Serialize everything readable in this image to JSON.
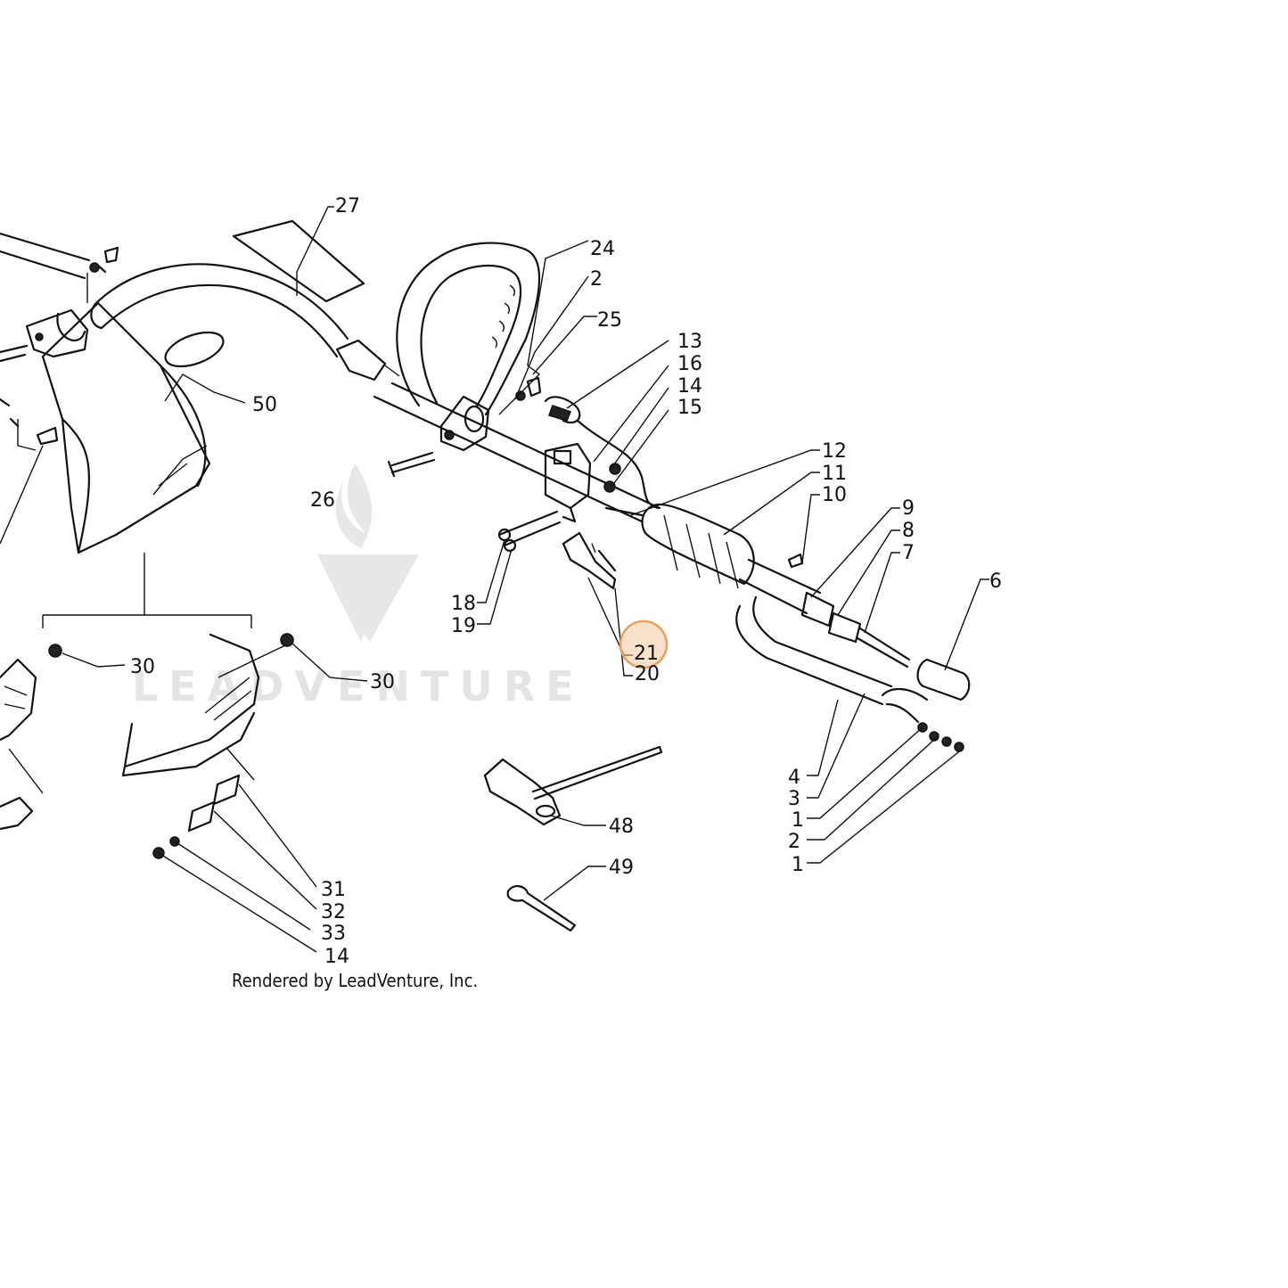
{
  "diagram": {
    "watermark_brand": "LEADVENTURE",
    "credit": "Rendered by LeadVenture, Inc.",
    "highlight": {
      "callout": "21",
      "color": "#E8A060"
    },
    "callouts": [
      "27",
      "24",
      "2",
      "25",
      "13",
      "16",
      "14",
      "15",
      "50",
      "26",
      "12",
      "11",
      "10",
      "9",
      "8",
      "7",
      "6",
      "18",
      "19",
      "21",
      "20",
      "30",
      "30",
      "48",
      "49",
      "4",
      "3",
      "1",
      "2",
      "1",
      "31",
      "32",
      "33",
      "14"
    ]
  }
}
